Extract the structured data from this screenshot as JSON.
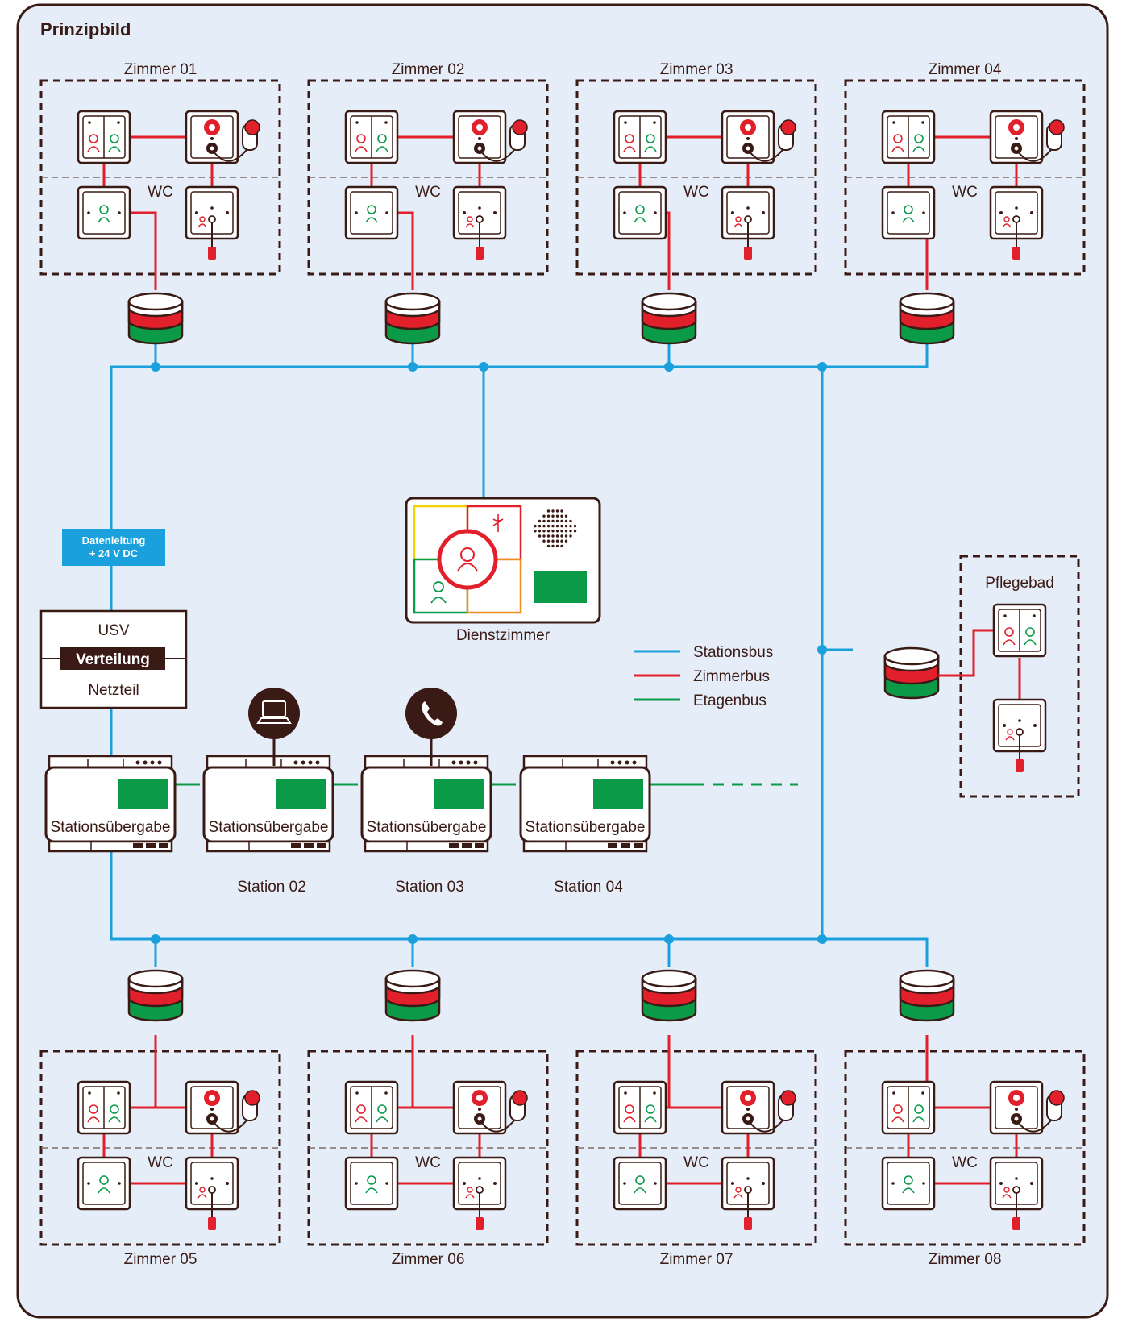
{
  "title": "Prinzipbild",
  "rooms_top": [
    "Zimmer 01",
    "Zimmer 02",
    "Zimmer 03",
    "Zimmer 04"
  ],
  "rooms_bottom": [
    "Zimmer 05",
    "Zimmer 06",
    "Zimmer 07",
    "Zimmer 08"
  ],
  "wc_label": "WC",
  "duty_room_label": "Dienstzimmer",
  "care_bath_label": "Pflegebad",
  "data_line": {
    "line1": "Datenleitung",
    "line2": "+ 24 V DC"
  },
  "power": {
    "ups": "USV",
    "distribution": "Verteilung",
    "psu": "Netzteil"
  },
  "station_module_label": "Stationsübergabe",
  "station_labels": [
    "Station 02",
    "Station 03",
    "Station 04"
  ],
  "legend": [
    {
      "label": "Stationsbus",
      "color": "#1aa0dc"
    },
    {
      "label": "Zimmerbus",
      "color": "#e2202c"
    },
    {
      "label": "Etagenbus",
      "color": "#0a9a48"
    }
  ],
  "icons": [
    "computer-icon",
    "phone-icon"
  ],
  "colors": {
    "background": "#e5eef8",
    "frame": "#3a1a14",
    "station_bus": "#1aa0dc",
    "room_bus": "#e2202c",
    "floor_bus": "#0a9a48",
    "data_label_bg": "#1aa0dc"
  }
}
